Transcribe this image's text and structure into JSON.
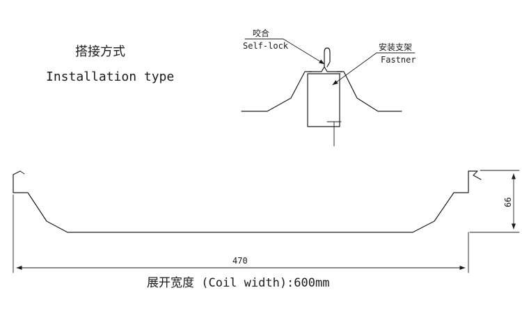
{
  "title": {
    "chinese": "搭接方式",
    "english": "Installation type"
  },
  "callouts": {
    "self_lock_cn": "咬合",
    "self_lock_en": "Self-lock",
    "fastener_cn": "安装支架",
    "fastener_en": "Fastner"
  },
  "dimensions": {
    "width": "470",
    "height": "66"
  },
  "coil_width_caption": "展开宽度 (Coil width):600mm"
}
